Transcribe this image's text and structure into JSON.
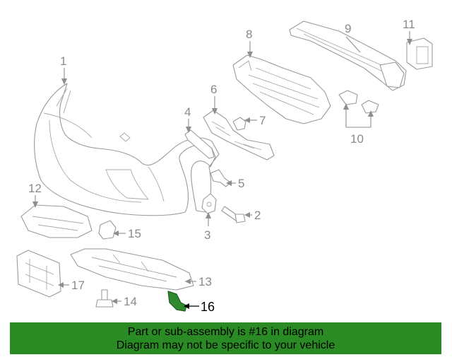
{
  "callouts": {
    "c1": "1",
    "c2": "2",
    "c3": "3",
    "c4": "4",
    "c5": "5",
    "c6": "6",
    "c7": "7",
    "c8": "8",
    "c9": "9",
    "c10": "10",
    "c11": "11",
    "c12": "12",
    "c13": "13",
    "c14": "14",
    "c15": "15",
    "c16": "16",
    "c17": "17"
  },
  "highlight": {
    "part_number": "16",
    "color": "#2f8a2f"
  },
  "banner": {
    "line1": "Part or sub-assembly is #16 in diagram",
    "line2": "Diagram may not be specific to your vehicle",
    "background": "#2a8a24"
  }
}
